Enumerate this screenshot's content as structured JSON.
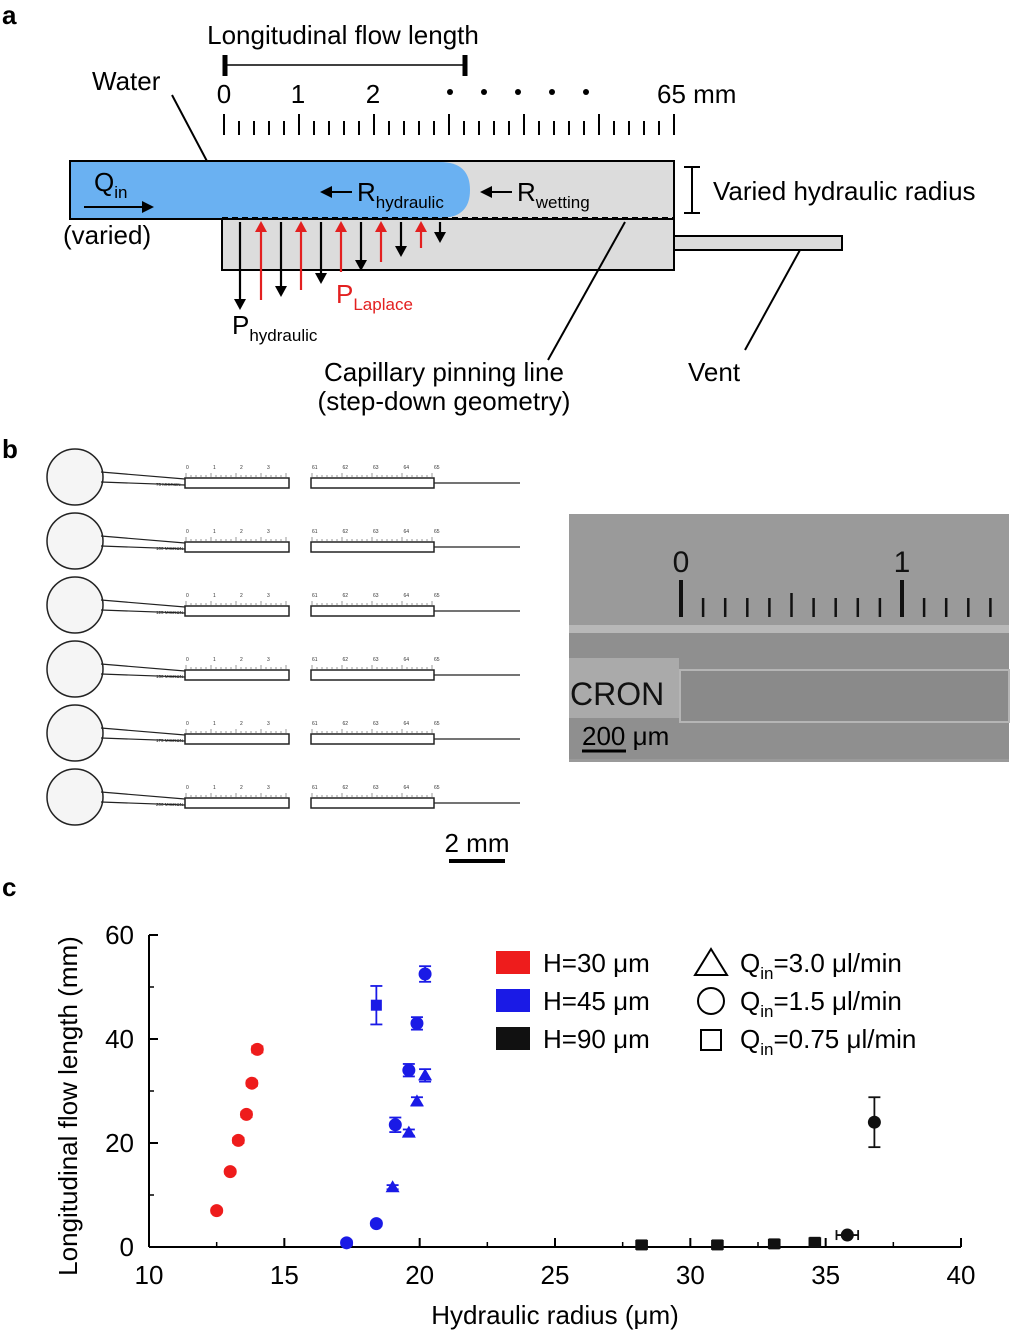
{
  "panel_a": {
    "label": "a",
    "flow_length_label": "Longitudinal flow length",
    "water": "Water",
    "ruler_ticks": [
      "0",
      "1",
      "2"
    ],
    "ruler_end": "65 mm",
    "q_main": "Q",
    "q_sub": "in",
    "varied": "(varied)",
    "r_main": "R",
    "r_hydraulic_sub": "hydraulic",
    "r_wetting_sub": "wetting",
    "hydraulic_radius_label": "Varied hydraulic radius",
    "p_main": "P",
    "p_laplace_sub": "Laplace",
    "p_hydraulic_sub": "hydraulic",
    "pinning_line_1": "Capillary pinning line",
    "pinning_line_2": "(step-down geometry)",
    "vent": "Vent",
    "colors": {
      "water": "#6ab1f2",
      "channel": "#dcdcdc",
      "laplace": "#e32020"
    }
  },
  "panel_b": {
    "label": "b",
    "device_rows": [
      {
        "size_label": "75 MICRON"
      },
      {
        "size_label": "100 MICRON"
      },
      {
        "size_label": "125 MICRON"
      },
      {
        "size_label": "150 MICRON"
      },
      {
        "size_label": "175 MICRON"
      },
      {
        "size_label": "200 MICRON"
      }
    ],
    "mini_ticks_left": [
      "0",
      "1",
      "2",
      "3"
    ],
    "mini_ticks_right": [
      "61",
      "62",
      "63",
      "64",
      "65"
    ],
    "scale_left": "2 mm",
    "sem": {
      "tick_0": "0",
      "tick_1": "1",
      "crop_text": "CRON",
      "scale": "200 μm"
    }
  },
  "chart_data": {
    "type": "scatter",
    "panel_label": "c",
    "xlabel": "Hydraulic radius (μm)",
    "ylabel": "Longitudinal flow length (mm)",
    "xlim": [
      10,
      40
    ],
    "ylim": [
      0,
      60
    ],
    "x_ticks": [
      10,
      15,
      20,
      25,
      30,
      35,
      40
    ],
    "y_ticks": [
      0,
      20,
      40,
      60
    ],
    "grid": false,
    "legend_position": "top-right",
    "legend_colors": [
      {
        "label": "H=30 μm",
        "color": "#ee1c1c"
      },
      {
        "label": "H=45 μm",
        "color": "#1a1ae6"
      },
      {
        "label": "H=90 μm",
        "color": "#111111"
      }
    ],
    "legend_shapes": [
      {
        "shape": "triangle",
        "main": "Q",
        "sub": "in",
        "rest": "=3.0 μl/min"
      },
      {
        "shape": "circle",
        "main": "Q",
        "sub": "in",
        "rest": "=1.5 μl/min"
      },
      {
        "shape": "square",
        "main": "Q",
        "sub": "in",
        "rest": "=0.75 μl/min"
      }
    ],
    "series": [
      {
        "group": "H=30 μm",
        "color": "#ee1c1c",
        "marker": "circle",
        "points": [
          {
            "x": 12.5,
            "y": 7.0,
            "yerr": 0.4,
            "xerr": 0
          },
          {
            "x": 13.0,
            "y": 14.5,
            "yerr": 0.4,
            "xerr": 0
          },
          {
            "x": 13.3,
            "y": 20.5,
            "yerr": 0.5,
            "xerr": 0
          },
          {
            "x": 13.6,
            "y": 25.5,
            "yerr": 0.5,
            "xerr": 0
          },
          {
            "x": 13.8,
            "y": 31.5,
            "yerr": 0.5,
            "xerr": 0
          },
          {
            "x": 14.0,
            "y": 38.0,
            "yerr": 0.6,
            "xerr": 0
          }
        ]
      },
      {
        "group": "H=45 μm",
        "color": "#1a1ae6",
        "marker": "circle",
        "points": [
          {
            "x": 17.3,
            "y": 0.8,
            "yerr": 0.4,
            "xerr": 0
          },
          {
            "x": 18.4,
            "y": 4.5,
            "yerr": 0.4,
            "xerr": 0
          },
          {
            "x": 19.1,
            "y": 23.5,
            "yerr": 1.4,
            "xerr": 0
          },
          {
            "x": 19.6,
            "y": 34.0,
            "yerr": 1.2,
            "xerr": 0
          },
          {
            "x": 19.9,
            "y": 43.0,
            "yerr": 1.2,
            "xerr": 0
          },
          {
            "x": 20.2,
            "y": 52.5,
            "yerr": 1.5,
            "xerr": 0
          }
        ]
      },
      {
        "group": "H=45 μm",
        "color": "#1a1ae6",
        "marker": "triangle",
        "points": [
          {
            "x": 19.0,
            "y": 11.5,
            "yerr": 0.4,
            "xerr": 0
          },
          {
            "x": 19.6,
            "y": 22.0,
            "yerr": 0.6,
            "xerr": 0
          },
          {
            "x": 19.9,
            "y": 28.0,
            "yerr": 0.8,
            "xerr": 0
          },
          {
            "x": 20.2,
            "y": 33.0,
            "yerr": 1.2,
            "xerr": 0
          }
        ]
      },
      {
        "group": "H=45 μm",
        "color": "#1a1ae6",
        "marker": "square",
        "points": [
          {
            "x": 18.4,
            "y": 46.5,
            "yerr": 3.7,
            "xerr": 0
          }
        ]
      },
      {
        "group": "H=90 μm",
        "color": "#111111",
        "marker": "circle",
        "points": [
          {
            "x": 35.8,
            "y": 2.3,
            "yerr": 0.3,
            "xerr": 0.4
          },
          {
            "x": 36.8,
            "y": 24.0,
            "yerr": 4.8,
            "xerr": 0
          }
        ]
      },
      {
        "group": "H=90 μm",
        "color": "#111111",
        "marker": "square",
        "points": [
          {
            "x": 28.2,
            "y": 0.4,
            "yerr": 0.3,
            "xerr": 0.2
          },
          {
            "x": 31.0,
            "y": 0.4,
            "yerr": 0.3,
            "xerr": 0.2
          },
          {
            "x": 33.1,
            "y": 0.6,
            "yerr": 0.3,
            "xerr": 0.2
          },
          {
            "x": 34.6,
            "y": 0.9,
            "yerr": 0.3,
            "xerr": 0.2
          }
        ]
      }
    ]
  }
}
